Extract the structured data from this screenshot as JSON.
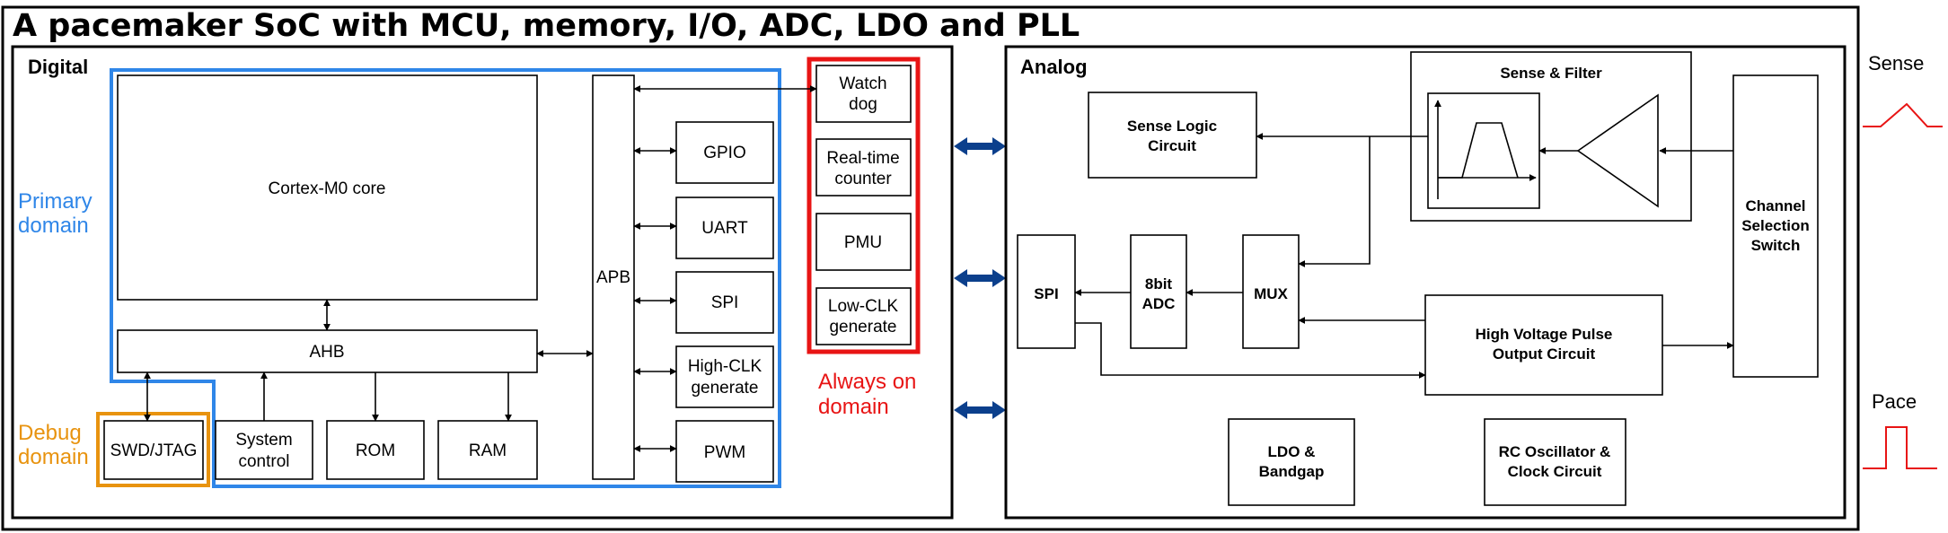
{
  "title": "A pacemaker SoC with MCU, memory, I/O, ADC, LDO and PLL",
  "colors": {
    "primary_domain": "#2f86e8",
    "debug_domain": "#e8930f",
    "always_on_domain": "#e81414",
    "bus_arrow": "#0b3f8c",
    "signal": "#e81414"
  },
  "digital": {
    "label": "Digital",
    "primary_domain_label": [
      "Primary",
      "domain"
    ],
    "debug_domain_label": [
      "Debug",
      "domain"
    ],
    "always_on_label": [
      "Always on",
      "domain"
    ],
    "core": "Cortex-M0 core",
    "ahb": "AHB",
    "apb": "APB",
    "swd": "SWD/JTAG",
    "system_control": [
      "System",
      "control"
    ],
    "rom": "ROM",
    "ram": "RAM",
    "gpio": "GPIO",
    "uart": "UART",
    "spi": "SPI",
    "high_clk": [
      "High-CLK",
      "generate"
    ],
    "pwm": "PWM",
    "watchdog": [
      "Watch",
      "dog"
    ],
    "rtc": [
      "Real-time",
      "counter"
    ],
    "pmu": "PMU",
    "low_clk": [
      "Low-CLK",
      "generate"
    ]
  },
  "analog": {
    "label": "Analog",
    "sense_filter": "Sense & Filter",
    "sense_logic": [
      "Sense Logic",
      "Circuit"
    ],
    "channel_switch": [
      "Channel",
      "Selection",
      "Switch"
    ],
    "spi": "SPI",
    "adc": [
      "8bit",
      "ADC"
    ],
    "mux": "MUX",
    "hv_pulse": [
      "High Voltage Pulse",
      "Output Circuit"
    ],
    "ldo": [
      "LDO &",
      "Bandgap"
    ],
    "rc_osc": [
      "RC Oscillator &",
      "Clock Circuit"
    ]
  },
  "signals": {
    "sense": "Sense",
    "pace": "Pace"
  }
}
